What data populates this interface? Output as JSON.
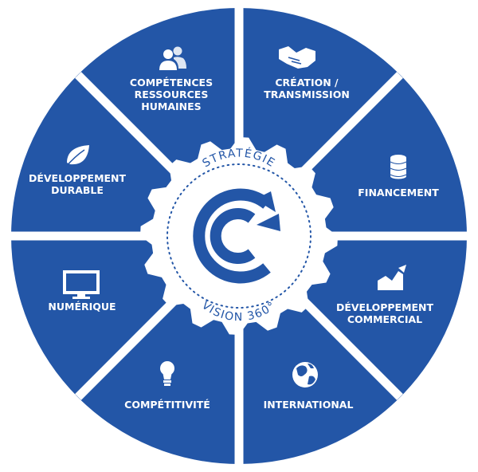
{
  "center": {
    "top_text": "STRATÉGIE",
    "bottom_text": "VISION 360°"
  },
  "segments": [
    {
      "lines": [
        "COMPÉTENCES",
        "RESSOURCES",
        "HUMAINES"
      ],
      "icon": "people-icon"
    },
    {
      "lines": [
        "CRÉATION /",
        "TRANSMISSION"
      ],
      "icon": "handshake-icon"
    },
    {
      "lines": [
        "FINANCEMENT"
      ],
      "icon": "coins-stack-icon"
    },
    {
      "lines": [
        "DÉVELOPPEMENT",
        "COMMERCIAL"
      ],
      "icon": "growth-chart-icon"
    },
    {
      "lines": [
        "INTERNATIONAL"
      ],
      "icon": "globe-icon"
    },
    {
      "lines": [
        "COMPÉTITIVITÉ"
      ],
      "icon": "lightbulb-icon"
    },
    {
      "lines": [
        "NUMÉRIQUE"
      ],
      "icon": "monitor-icon"
    },
    {
      "lines": [
        "DÉVELOPPEMENT",
        "DURABLE"
      ],
      "icon": "leaf-icon"
    }
  ],
  "colors": {
    "primary": "#2356a7",
    "background": "#ffffff"
  }
}
